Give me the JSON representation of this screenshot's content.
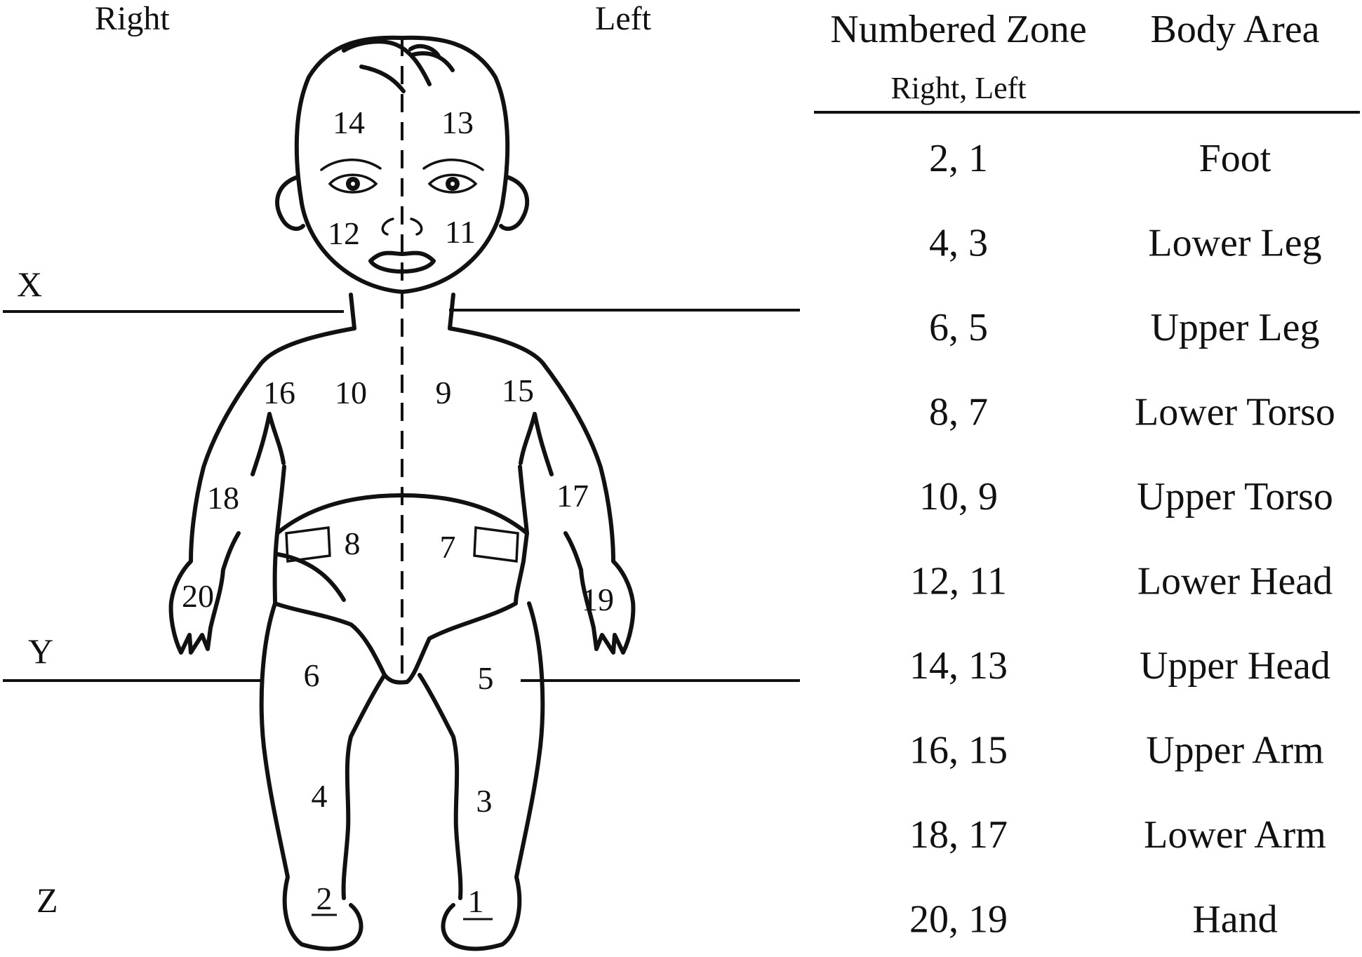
{
  "figure": {
    "side_labels": {
      "right": "Right",
      "left": "Left"
    },
    "reference_lines": {
      "x": "X",
      "y": "Y",
      "z": "Z"
    },
    "zones": {
      "z1": "1",
      "z2": "2",
      "z3": "3",
      "z4": "4",
      "z5": "5",
      "z6": "6",
      "z7": "7",
      "z8": "8",
      "z9": "9",
      "z10": "10",
      "z11": "11",
      "z12": "12",
      "z13": "13",
      "z14": "14",
      "z15": "15",
      "z16": "16",
      "z17": "17",
      "z18": "18",
      "z19": "19",
      "z20": "20"
    }
  },
  "table": {
    "headers": {
      "zone": "Numbered Zone",
      "zone_sub": "Right, Left",
      "area": "Body Area"
    },
    "rows": [
      {
        "zone": "2, 1",
        "area": "Foot"
      },
      {
        "zone": "4, 3",
        "area": "Lower Leg"
      },
      {
        "zone": "6, 5",
        "area": "Upper Leg"
      },
      {
        "zone": "8, 7",
        "area": "Lower Torso"
      },
      {
        "zone": "10, 9",
        "area": "Upper Torso"
      },
      {
        "zone": "12, 11",
        "area": "Lower Head"
      },
      {
        "zone": "14, 13",
        "area": "Upper Head"
      },
      {
        "zone": "16, 15",
        "area": "Upper Arm"
      },
      {
        "zone": "18, 17",
        "area": "Lower Arm"
      },
      {
        "zone": "20, 19",
        "area": "Hand"
      }
    ]
  }
}
